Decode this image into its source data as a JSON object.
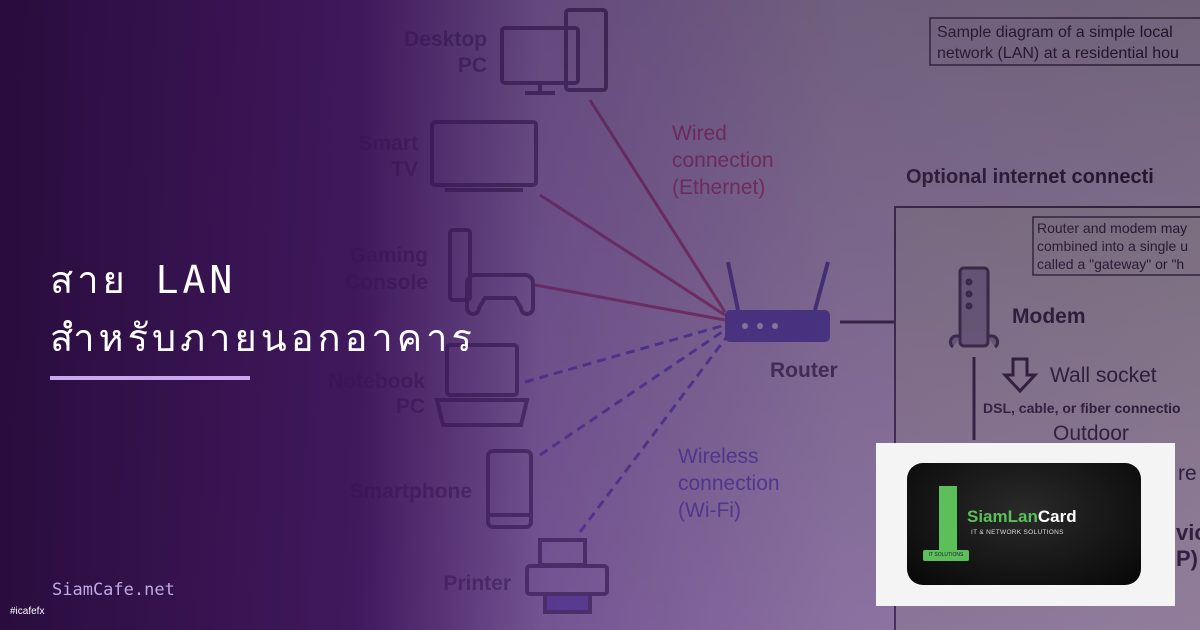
{
  "diagram": {
    "devices": {
      "desktop": [
        "Desktop",
        "PC"
      ],
      "tv": [
        "Smart",
        "TV"
      ],
      "console": [
        "Gaming",
        "Console"
      ],
      "notebook": [
        "Notebook",
        "PC"
      ],
      "smartphone": "Smartphone",
      "printer": "Printer"
    },
    "router": "Router",
    "wired": [
      "Wired",
      "connection",
      "(Ethernet)"
    ],
    "wireless": [
      "Wireless",
      "connection",
      "(Wi-Fi)"
    ],
    "caption": [
      "Sample diagram of a simple local",
      "network (LAN) at a residential hou"
    ],
    "optional_heading": "Optional internet connecti",
    "note": [
      "Router and modem may",
      "combined into a single u",
      "called a \"gateway\" or \"h"
    ],
    "modem": "Modem",
    "wall_socket": "Wall socket",
    "connection_types": "DSL, cable, or fiber connectio",
    "outdoor": "Outdoor",
    "partial_re": "re",
    "partial_vic": "vic",
    "partial_p": "P)",
    "colors": {
      "wired": "#8e2a3c",
      "wireless": "#3a3896",
      "accent": "#c9a8f0"
    }
  },
  "headline": {
    "line1": "สาย LAN",
    "line2": "สำหรับภายนอกอาคาร"
  },
  "logo": {
    "name_green": "SiamLan",
    "name_white": "Card",
    "tagline": "IT & NETWORK SOLUTIONS",
    "badge": "IT SOLUTIONS"
  },
  "footer": {
    "site": "SiamCafe.net",
    "hashtag": "#icafefx"
  }
}
